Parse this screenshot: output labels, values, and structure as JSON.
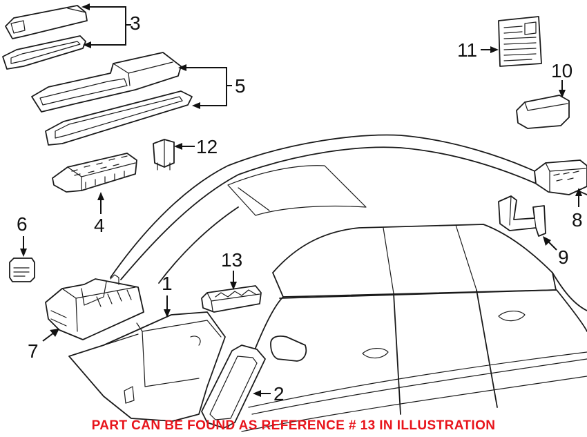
{
  "callouts": {
    "c1": "1",
    "c2": "2",
    "c3": "3",
    "c4": "4",
    "c5": "5",
    "c6": "6",
    "c7": "7",
    "c8": "8",
    "c9": "9",
    "c10": "10",
    "c11": "11",
    "c12": "12",
    "c13": "13"
  },
  "footer": {
    "note": "PART CAN BE FOUND AS REFERENCE # 13 IN ILLUSTRATION",
    "color": "#e8141b"
  }
}
